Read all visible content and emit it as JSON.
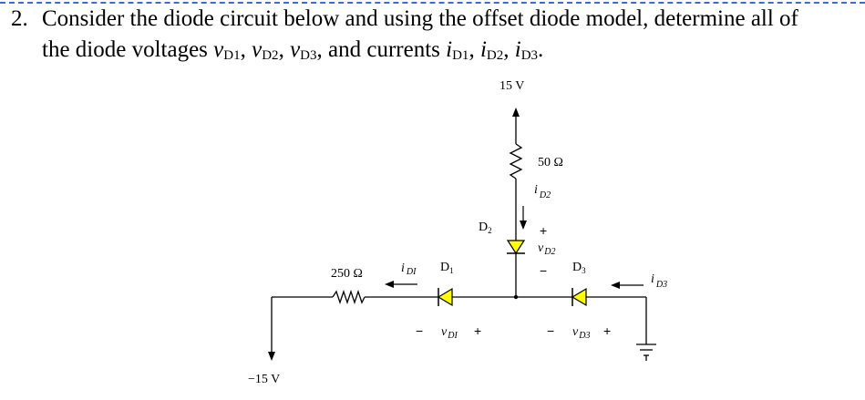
{
  "problem": {
    "number": "2.",
    "line1": "Consider the diode circuit below and using the offset diode model, determine all of",
    "line2_prefix": "the diode voltages ",
    "line2_vars": [
      "v",
      "D1",
      ", ",
      "v",
      "D2",
      ", ",
      "v",
      "D3",
      ", and currents ",
      "i",
      "D1",
      ", ",
      "i",
      "D2",
      ", ",
      "i",
      "D3",
      "."
    ]
  },
  "circuit": {
    "supply_top": "15 V",
    "supply_left": "−15 V",
    "r_top": "50 Ω",
    "r_left": "250 Ω",
    "diodes": {
      "d1": {
        "name": "D",
        "sub": "1"
      },
      "d2": {
        "name": "D",
        "sub": "2"
      },
      "d3": {
        "name": "D",
        "sub": "3"
      }
    },
    "currents": {
      "id1": {
        "sym": "i",
        "sub": "DI"
      },
      "id2": {
        "sym": "i",
        "sub": "D2"
      },
      "id3": {
        "sym": "i",
        "sub": "D3"
      }
    },
    "voltages": {
      "vd1": {
        "sym": "v",
        "sub": "DI"
      },
      "vd2": {
        "sym": "v",
        "sub": "D2"
      },
      "vd3": {
        "sym": "v",
        "sub": "D3"
      }
    },
    "plus": "+",
    "minus": "−",
    "diode_color": "#ffff00"
  }
}
